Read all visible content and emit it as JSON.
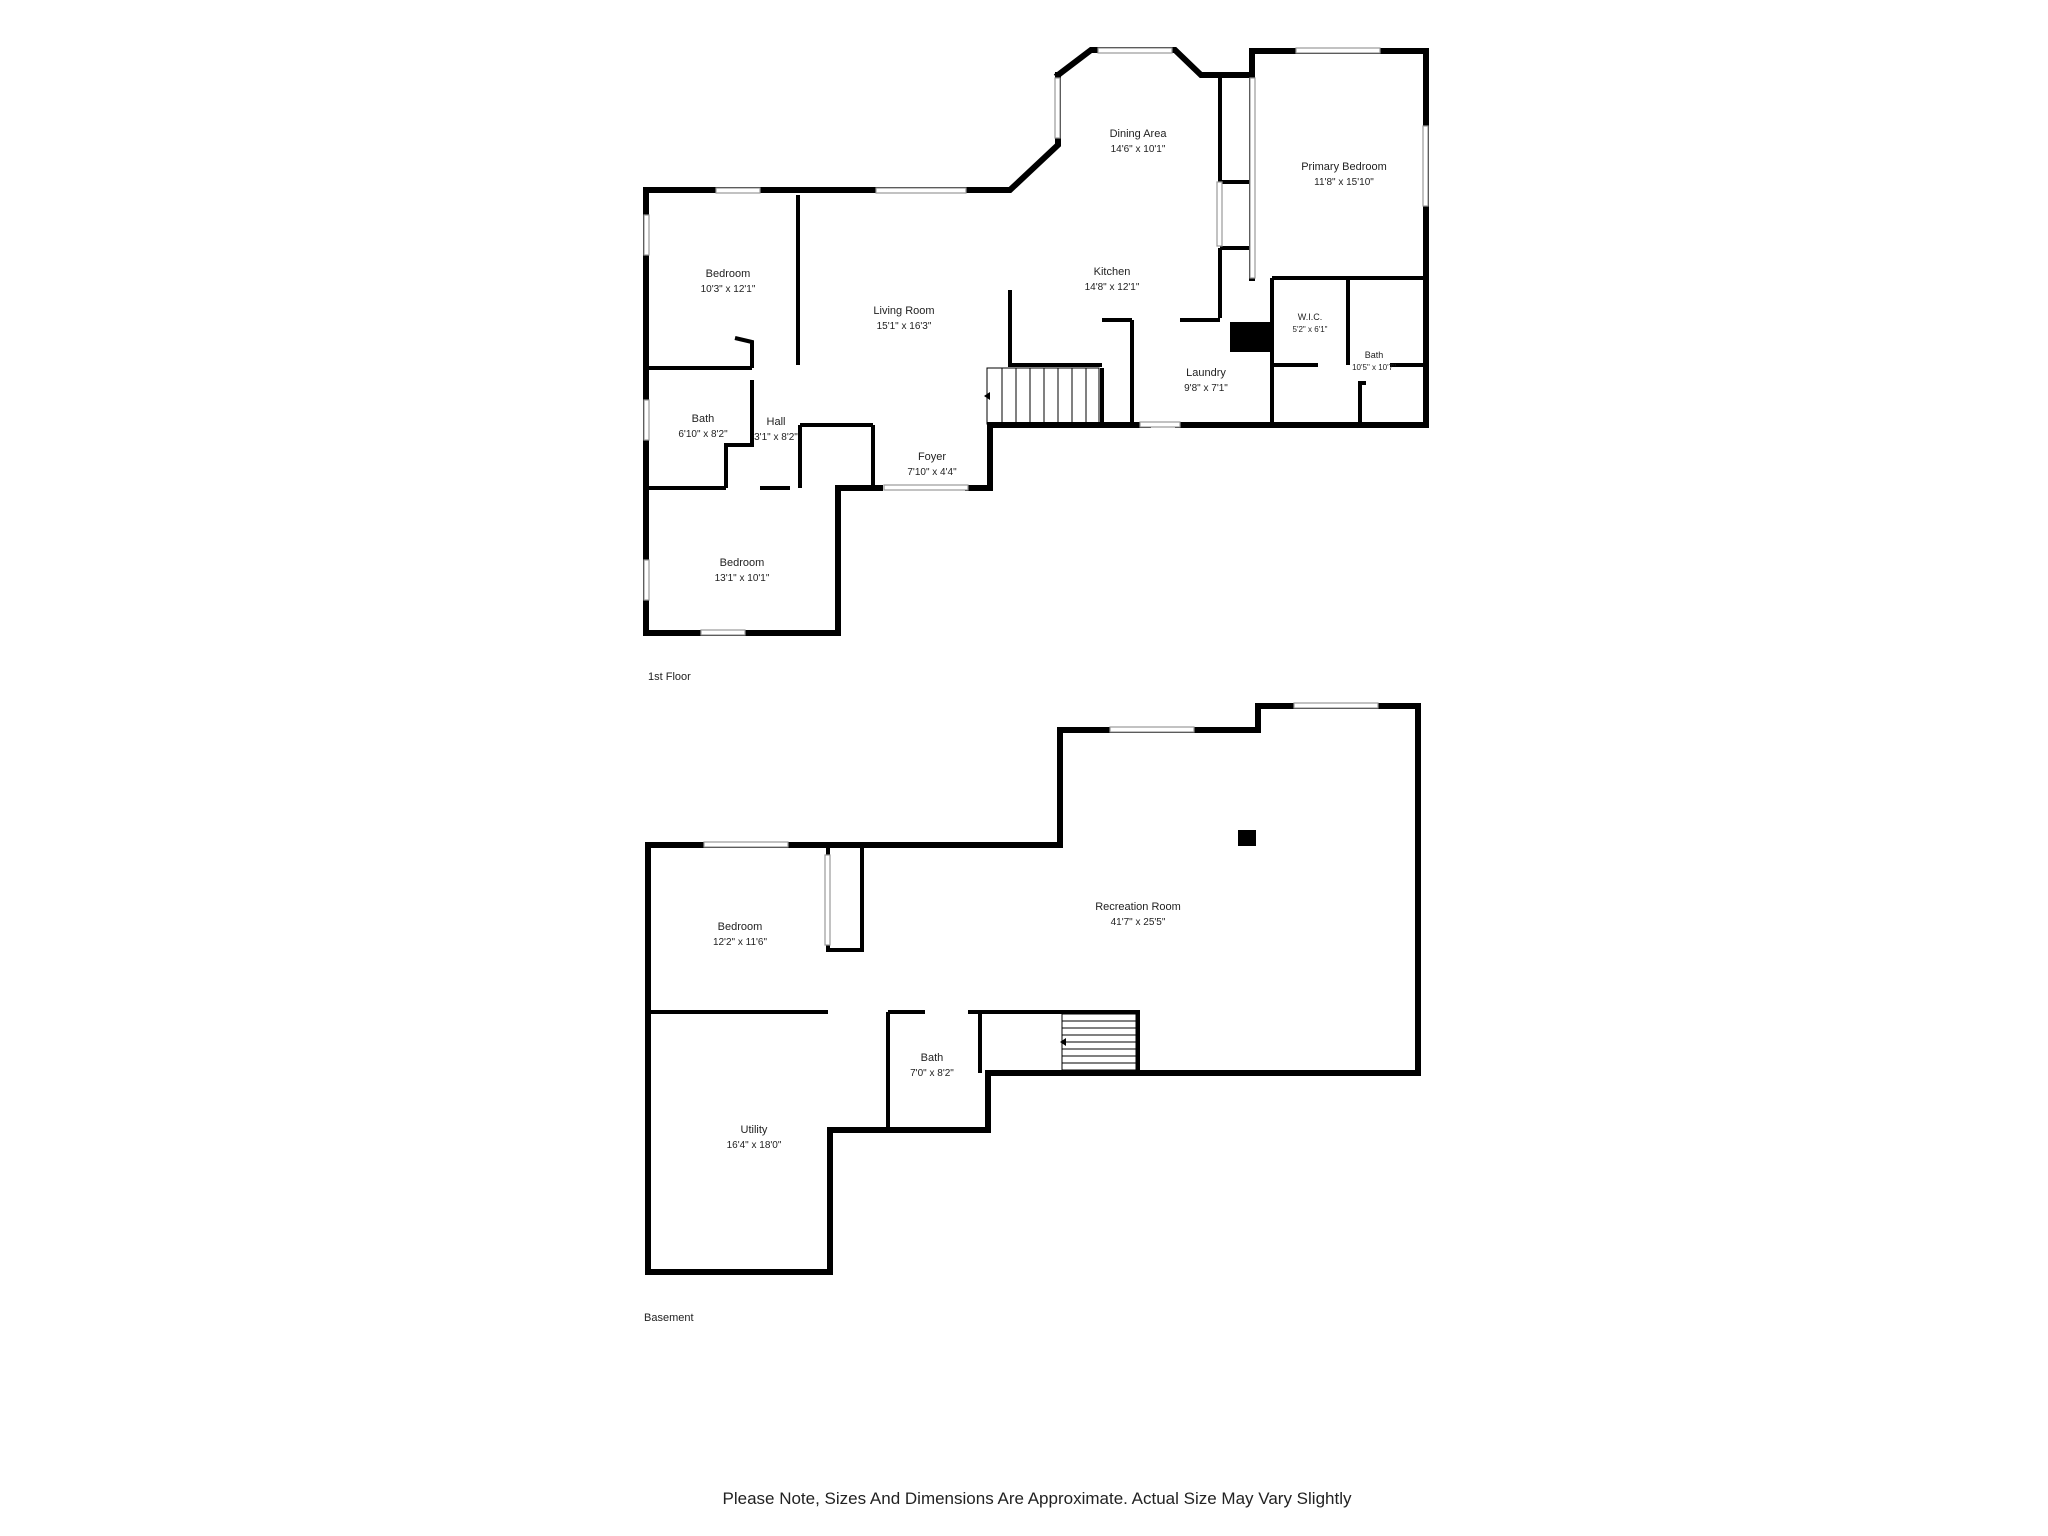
{
  "floors": [
    {
      "label": "1st Floor",
      "rooms": [
        {
          "id": "bedroom-1",
          "name": "Bedroom",
          "dims": "10'3\" x 12'1\""
        },
        {
          "id": "living-room",
          "name": "Living Room",
          "dims": "15'1\" x 16'3\""
        },
        {
          "id": "dining-area",
          "name": "Dining Area",
          "dims": "14'6\" x 10'1\""
        },
        {
          "id": "kitchen",
          "name": "Kitchen",
          "dims": "14'8\" x 12'1\""
        },
        {
          "id": "primary-bedroom",
          "name": "Primary Bedroom",
          "dims": "11'8\" x 15'10\""
        },
        {
          "id": "wic",
          "name": "W.I.C.",
          "dims": "5'2\" x 6'1\""
        },
        {
          "id": "bath-primary",
          "name": "Bath",
          "dims": "10'5\" x 10'7\""
        },
        {
          "id": "laundry",
          "name": "Laundry",
          "dims": "9'8\" x 7'1\""
        },
        {
          "id": "bath-1",
          "name": "Bath",
          "dims": "6'10\" x 8'2\""
        },
        {
          "id": "hall",
          "name": "Hall",
          "dims": "3'1\" x 8'2\""
        },
        {
          "id": "foyer",
          "name": "Foyer",
          "dims": "7'10\" x 4'4\""
        },
        {
          "id": "bedroom-2",
          "name": "Bedroom",
          "dims": "13'1\" x 10'1\""
        }
      ]
    },
    {
      "label": "Basement",
      "rooms": [
        {
          "id": "recreation-room",
          "name": "Recreation Room",
          "dims": "41'7\" x 25'5\""
        },
        {
          "id": "bedroom-3",
          "name": "Bedroom",
          "dims": "12'2\" x 11'6\""
        },
        {
          "id": "bath-2",
          "name": "Bath",
          "dims": "7'0\" x 8'2\""
        },
        {
          "id": "utility",
          "name": "Utility",
          "dims": "16'4\" x 18'0\""
        }
      ]
    }
  ],
  "note": "Please Note, Sizes And Dimensions Are Approximate. Actual Size May Vary Slightly"
}
